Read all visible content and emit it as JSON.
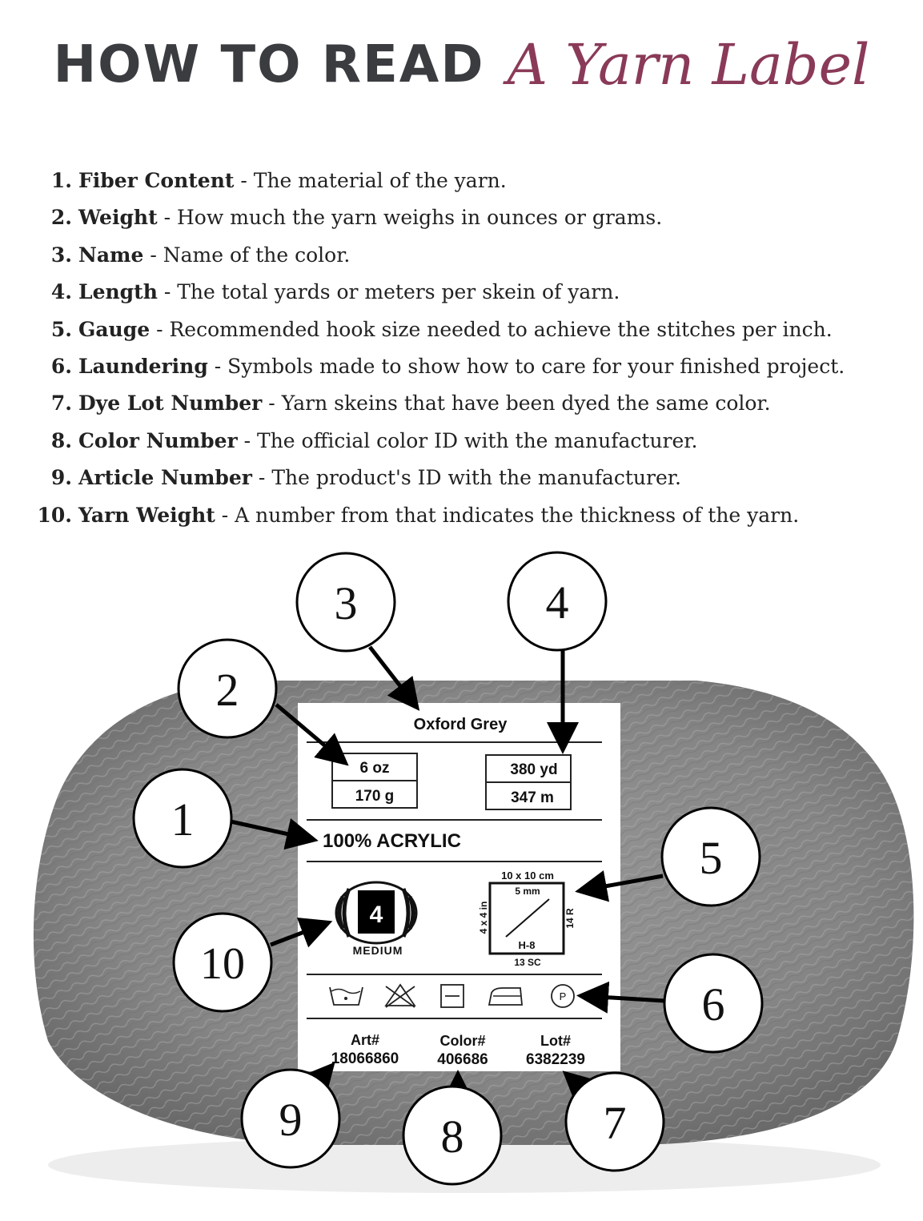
{
  "title": {
    "main": "HOW TO READ",
    "script": "A Yarn Label"
  },
  "items": [
    {
      "num": "1.",
      "term": "Fiber Content",
      "desc": " - The material of the yarn."
    },
    {
      "num": "2.",
      "term": "Weight",
      "desc": " - How much the yarn weighs in ounces or grams."
    },
    {
      "num": "3.",
      "term": "Name",
      "desc": " - Name of the color."
    },
    {
      "num": "4.",
      "term": "Length",
      "desc": " - The total yards or meters per skein of yarn."
    },
    {
      "num": "5.",
      "term": "Gauge",
      "desc": " - Recommended hook size needed to achieve the stitches per inch."
    },
    {
      "num": "6.",
      "term": "Laundering",
      "desc": " - Symbols made to show how to care for your finished project."
    },
    {
      "num": "7.",
      "term": "Dye Lot Number",
      "desc": " - Yarn skeins that have been dyed the same color."
    },
    {
      "num": "8.",
      "term": "Color Number",
      "desc": " - The official color ID with the manufacturer."
    },
    {
      "num": "9.",
      "term": "Article Number",
      "desc": " - The product's ID with the manufacturer."
    },
    {
      "num": "10.",
      "term": "Yarn Weight",
      "desc": " - A number from that indicates the thickness of the yarn."
    }
  ],
  "label": {
    "color_name": "Oxford Grey",
    "weight_oz": "6 oz",
    "weight_g": "170 g",
    "length_yd": "380 yd",
    "length_m": "347 m",
    "fiber": "100% ACRYLIC",
    "yarn_weight_number": "4",
    "yarn_weight_name": "MEDIUM",
    "gauge_size": "10 x 10 cm",
    "gauge_hook_mm": "5 mm",
    "gauge_side": "4 x 4 in",
    "gauge_rows": "14 R",
    "gauge_hook": "H-8",
    "gauge_stitches": "13 SC",
    "care_p": "P",
    "art_label": "Art#",
    "art_value": "18066860",
    "color_label": "Color#",
    "color_value": "406686",
    "lot_label": "Lot#",
    "lot_value": "6382239"
  },
  "callouts": [
    "1",
    "2",
    "3",
    "4",
    "5",
    "6",
    "7",
    "8",
    "9",
    "10"
  ],
  "colors": {
    "title_dark": "#3a3c40",
    "title_script": "#8a3a58",
    "yarn": "#8c8c8c"
  }
}
